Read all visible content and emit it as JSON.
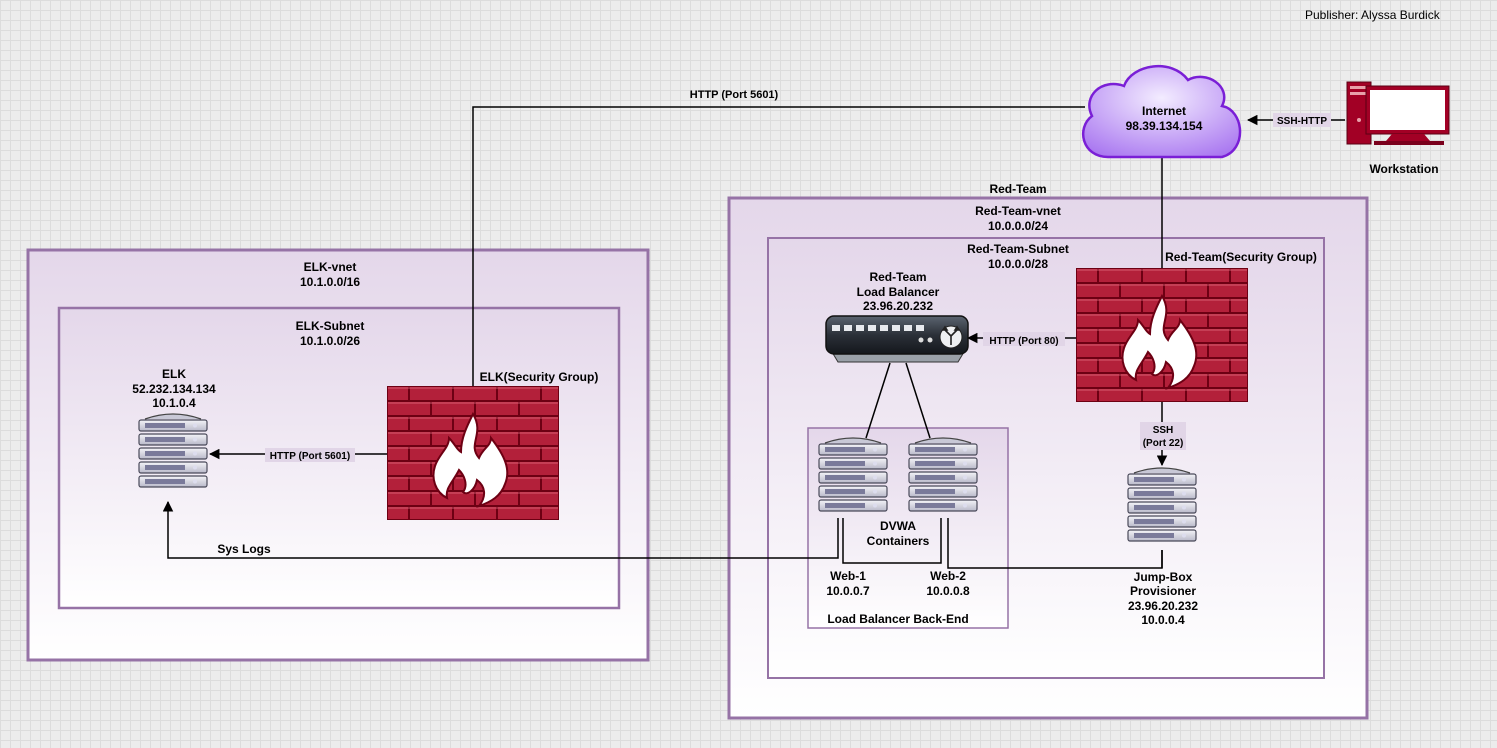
{
  "publisher": "Publisher: Alyssa Burdick",
  "internet": {
    "label": "Internet",
    "ip": "98.39.134.154"
  },
  "workstation": {
    "label": "Workstation"
  },
  "edges": {
    "internet_to_elk": "HTTP (Port 5601)",
    "workstation_to_internet": "SSH-HTTP",
    "fw_to_lb": "HTTP (Port 80)",
    "elk_fw_to_elk": "HTTP (Port 5601)",
    "ssh_line1": "SSH",
    "ssh_line2": "(Port 22)",
    "syslogs": "Sys Logs"
  },
  "elk_vnet": {
    "name": "ELK-vnet",
    "cidr": "10.1.0.0/16"
  },
  "elk_subnet": {
    "name": "ELK-Subnet",
    "cidr": "10.1.0.0/26"
  },
  "elk_server": {
    "name": "ELK",
    "public_ip": "52.232.134.134",
    "private_ip": "10.1.0.4"
  },
  "elk_sg": {
    "label": "ELK(Security Group)"
  },
  "red_team": {
    "label": "Red-Team"
  },
  "red_vnet": {
    "name": "Red-Team-vnet",
    "cidr": "10.0.0.0/24"
  },
  "red_subnet": {
    "name": "Red-Team-Subnet",
    "cidr": "10.0.0.0/28"
  },
  "red_sg": {
    "label": "Red-Team(Security Group)"
  },
  "load_balancer": {
    "line1": "Red-Team",
    "line2": "Load Balancer",
    "ip": "23.96.20.232"
  },
  "dvwa": {
    "line1": "DVWA",
    "line2": "Containers"
  },
  "web1": {
    "name": "Web-1",
    "ip": "10.0.0.7"
  },
  "web2": {
    "name": "Web-2",
    "ip": "10.0.0.8"
  },
  "backend": {
    "label": "Load Balancer Back-End"
  },
  "jumpbox": {
    "line1": "Jump-Box",
    "line2": "Provisioner",
    "public_ip": "23.96.20.232",
    "private_ip": "10.0.0.4"
  },
  "colors": {
    "container_border": "#9673a6",
    "firewall_brick": "#a20025",
    "cloud_fill": "#b388ff",
    "edge_label_bg": "#e1d5e7",
    "workstation_red": "#a20025"
  }
}
